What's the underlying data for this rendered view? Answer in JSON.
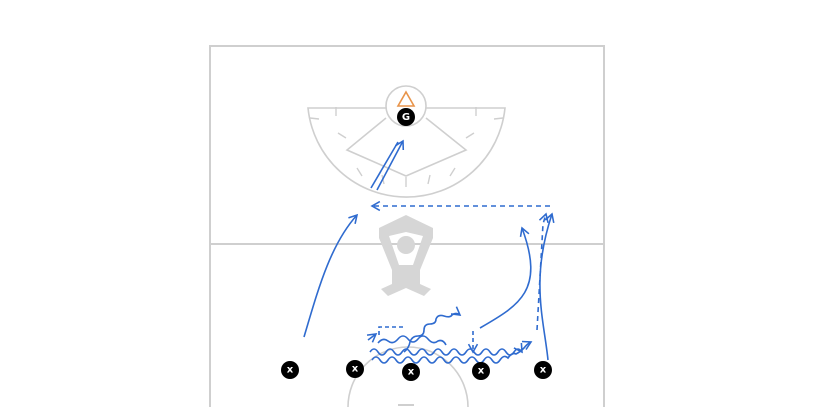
{
  "colors": {
    "court_line": "#cfcfcf",
    "logo": "#d6d6d6",
    "path": "#2f6bcf",
    "player_fill": "#000000",
    "player_text": "#ffffff",
    "cone": "#e8944a"
  },
  "goalie": {
    "label": "G"
  },
  "players": [
    {
      "id": "p1",
      "label": "x"
    },
    {
      "id": "p2",
      "label": "x"
    },
    {
      "id": "p3",
      "label": "x"
    },
    {
      "id": "p4",
      "label": "x"
    },
    {
      "id": "p5",
      "label": "x"
    }
  ],
  "icons": {
    "cone": "cone-triangle-icon",
    "logo": "lacrosse-logo-icon"
  }
}
